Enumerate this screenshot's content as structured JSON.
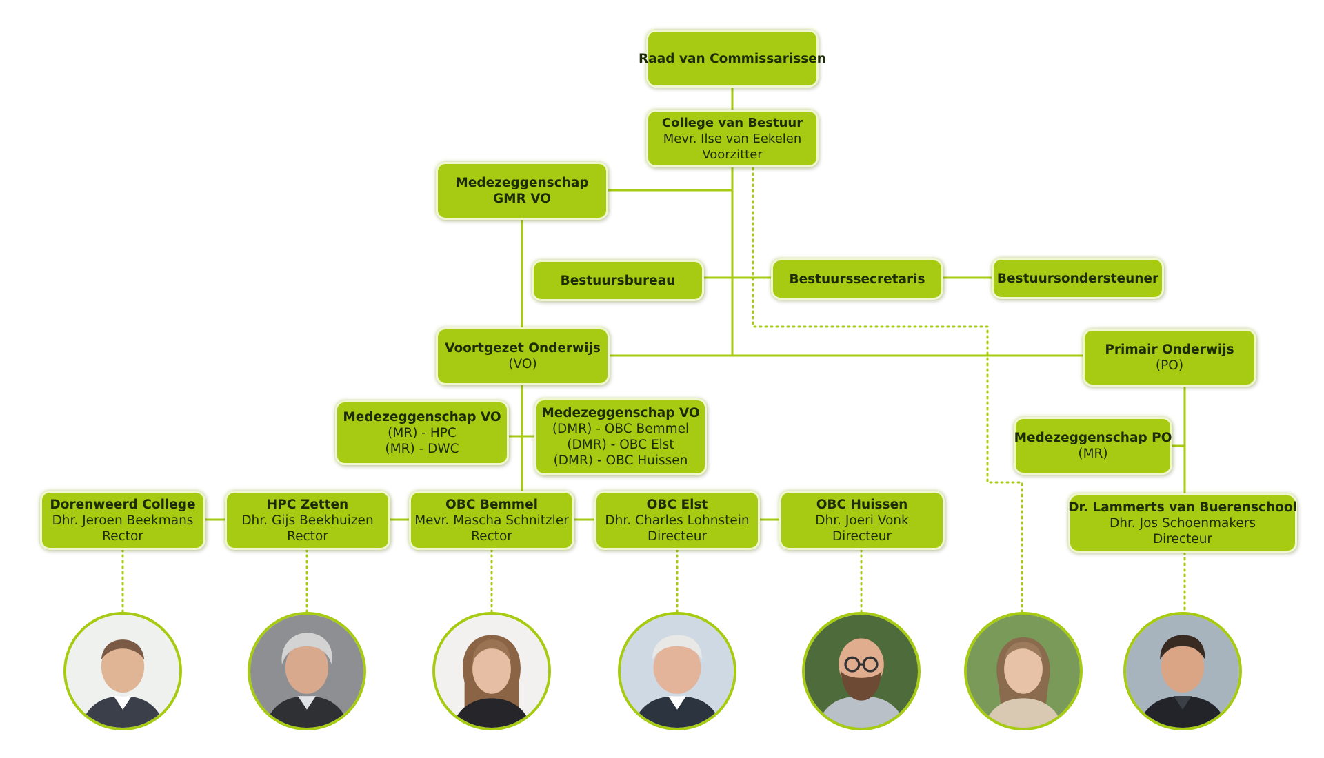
{
  "diagram": {
    "colors": {
      "box_fill": "#a6cb12",
      "box_text": "#1e2b07",
      "line": "#a6cb12"
    },
    "nodes": {
      "raad": {
        "l1": "Raad van Commissarissen"
      },
      "cvb": {
        "l1": "College van Bestuur",
        "l2": "Mevr. Ilse van Eekelen",
        "l3": "Voorzitter"
      },
      "gmr": {
        "l1": "Medezeggenschap",
        "l2": "GMR VO"
      },
      "bureau": {
        "l1": "Bestuursbureau"
      },
      "secretaris": {
        "l1": "Bestuurssecretaris"
      },
      "ondersteuner": {
        "l1": "Bestuursondersteuner"
      },
      "vo": {
        "l1": "Voortgezet Onderwijs",
        "l2": "(VO)"
      },
      "po": {
        "l1": "Primair Onderwijs",
        "l2": "(PO)"
      },
      "mz_vo_mr": {
        "l1": "Medezeggenschap VO",
        "l2": "(MR) - HPC",
        "l3": "(MR) - DWC"
      },
      "mz_vo_dmr": {
        "l1": "Medezeggenschap VO",
        "l2": "(DMR) - OBC Bemmel",
        "l3": "(DMR) - OBC Elst",
        "l4": "(DMR) - OBC Huissen"
      },
      "mz_po": {
        "l1": "Medezeggenschap PO",
        "l2": "(MR)"
      },
      "dorenweerd": {
        "l1": "Dorenweerd College",
        "l2": "Dhr. Jeroen Beekmans",
        "l3": "Rector"
      },
      "hpc": {
        "l1": "HPC Zetten",
        "l2": "Dhr. Gijs Beekhuizen",
        "l3": "Rector"
      },
      "obc_bemmel": {
        "l1": "OBC Bemmel",
        "l2": "Mevr. Mascha Schnitzler",
        "l3": "Rector"
      },
      "obc_elst": {
        "l1": "OBC Elst",
        "l2": "Dhr. Charles Lohnstein",
        "l3": "Directeur"
      },
      "obc_huissen": {
        "l1": "OBC Huissen",
        "l2": "Dhr. Joeri Vonk",
        "l3": "Directeur"
      },
      "lammerts": {
        "l1": "Dr. Lammerts van Buerenschool",
        "l2": "Dhr. Jos Schoenmakers",
        "l3": "Directeur"
      }
    }
  }
}
